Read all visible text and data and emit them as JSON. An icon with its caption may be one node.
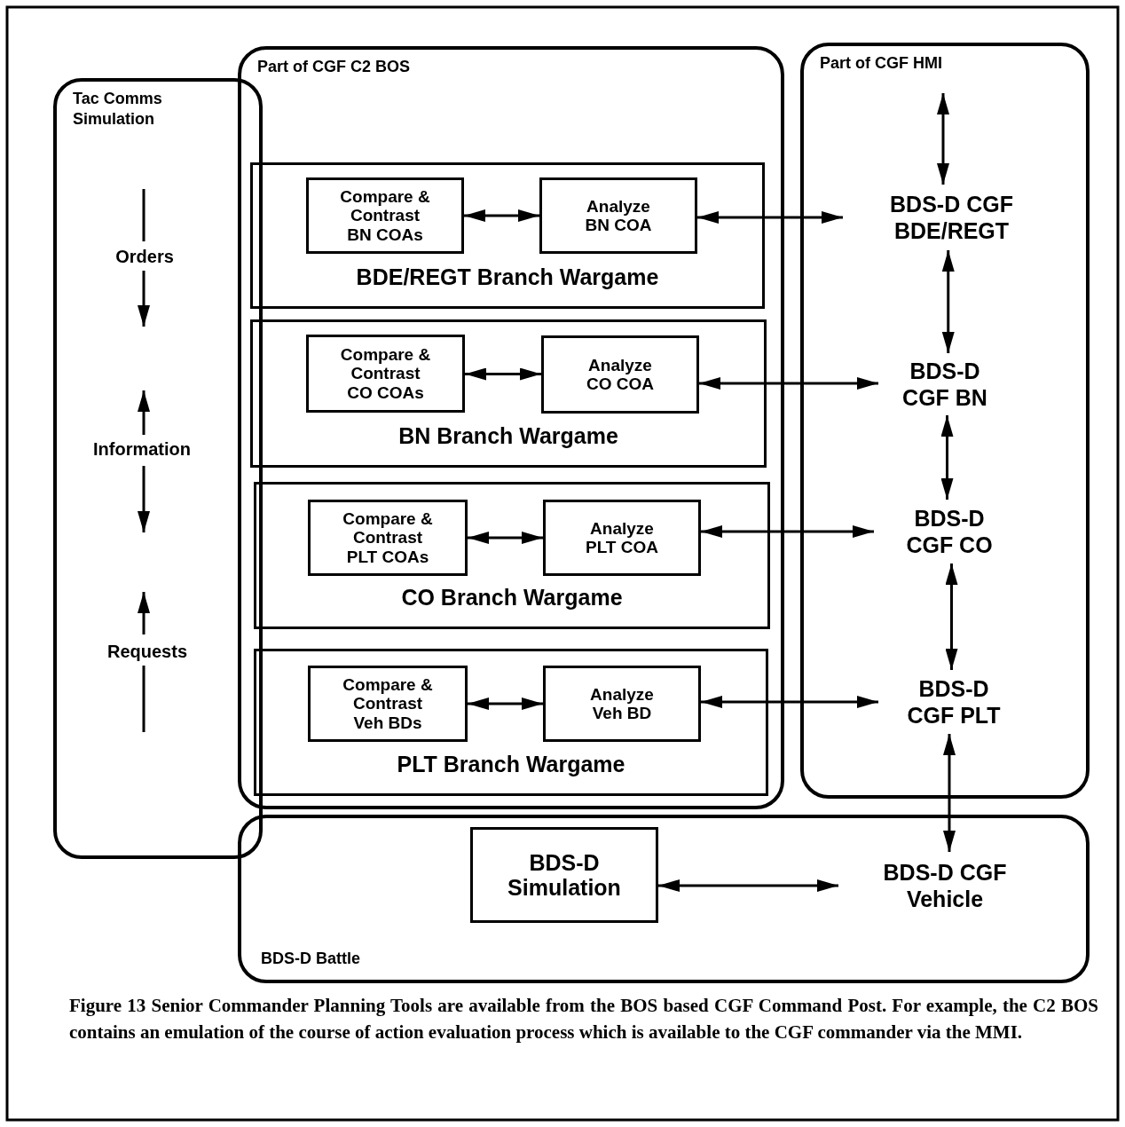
{
  "diagram": {
    "caption": "Figure 13 Senior Commander Planning Tools are available from the BOS based CGF Command Post. For example, the C2 BOS contains an emulation of the course of action evaluation process which is available to the CGF commander via the MMI.",
    "nodes": [
      {
        "text": [
          "Tac Comms Simulation"
        ]
      },
      {
        "text": [
          "Part of CGF C2 BOS"
        ]
      },
      {
        "text": [
          "BDE/REGT Branch Wargame"
        ],
        "in": 1
      },
      {
        "text": [
          "Compare & Contrast BN COAs"
        ],
        "in": 2
      },
      {
        "text": [
          "Analyze BN COA"
        ],
        "in": 2
      },
      {
        "text": [
          "BN Branch Wargame"
        ],
        "in": 1
      },
      {
        "text": [
          "Compare & Contrast CO COAs"
        ],
        "in": 5
      },
      {
        "text": [
          "Analyze CO COA"
        ],
        "in": 5
      },
      {
        "text": [
          "CO Branch Wargame"
        ],
        "in": 1
      },
      {
        "text": [
          "Compare & Contrast PLT COAs"
        ],
        "in": 8
      },
      {
        "text": [
          "Analyze PLT COA"
        ],
        "in": 8
      },
      {
        "text": [
          "PLT Branch Wargame"
        ],
        "in": 1
      },
      {
        "text": [
          "Compare & Contrast Veh BDs"
        ],
        "in": 11
      },
      {
        "text": [
          "Analyze Veh BD"
        ],
        "in": 11
      },
      {
        "text": [
          "Part of CGF HMI"
        ]
      },
      {
        "text": [
          "BDS-D CGF BDE/REGT"
        ],
        "in": 14
      },
      {
        "text": [
          "BDS-D CGF BN"
        ],
        "in": 14
      },
      {
        "text": [
          "BDS-D CGF CO"
        ],
        "in": 14
      },
      {
        "text": [
          "BDS-D CGF PLT"
        ],
        "in": 14
      },
      {
        "text": [
          "BDS-D Battle"
        ]
      },
      {
        "text": [
          "BDS-D Simulation"
        ],
        "in": 19
      },
      {
        "text": [
          "BDS-D CGF Vehicle"
        ],
        "in": 19
      }
    ],
    "edges": [
      {
        "from": 3,
        "to": 4,
        "arrow": "both"
      },
      {
        "from": 4,
        "to": 15,
        "arrow": "both"
      },
      {
        "from": 6,
        "to": 7,
        "arrow": "both"
      },
      {
        "from": 7,
        "to": 16,
        "arrow": "both"
      },
      {
        "from": 9,
        "to": 10,
        "arrow": "both"
      },
      {
        "from": 10,
        "to": 17,
        "arrow": "both"
      },
      {
        "from": 12,
        "to": 13,
        "arrow": "both"
      },
      {
        "from": 13,
        "to": 18,
        "arrow": "both"
      },
      {
        "from": null,
        "to": 15,
        "arrow": "both"
      },
      {
        "from": 15,
        "to": 16,
        "arrow": "both"
      },
      {
        "from": 16,
        "to": 17,
        "arrow": "both"
      },
      {
        "from": 17,
        "to": 18,
        "arrow": "both"
      },
      {
        "from": 18,
        "to": 21,
        "arrow": "both"
      },
      {
        "from": 20,
        "to": 21,
        "arrow": "both"
      }
    ],
    "labels": [
      "Orders",
      "Information",
      "Requests"
    ]
  }
}
